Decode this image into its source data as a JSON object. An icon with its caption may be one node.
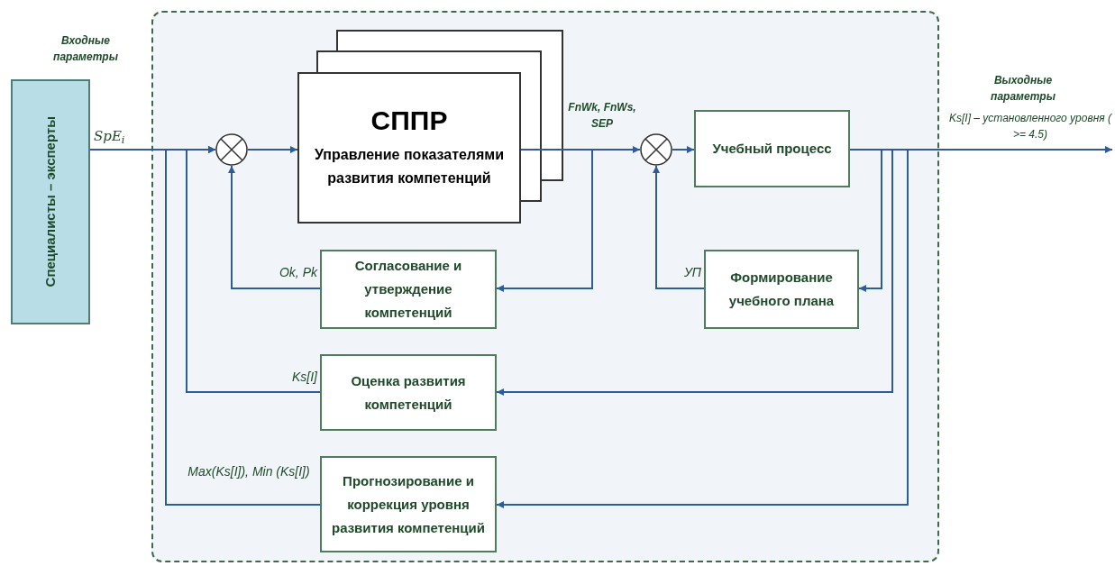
{
  "diagram": {
    "nodes": [
      {
        "text": [
          "Специалисты – эксперты"
        ]
      },
      {
        "text": [],
        "shape": "circle"
      },
      {
        "text": [
          "СППР",
          "Управление показателями развития компетенций"
        ]
      },
      {
        "text": [],
        "shape": "circle"
      },
      {
        "text": [
          "Учебный процесс"
        ]
      },
      {
        "text": [
          "Согласование и утверждение компетенций"
        ]
      },
      {
        "text": [
          "Формирование учебного плана"
        ]
      },
      {
        "text": [
          "Оценка развития компетенций"
        ]
      },
      {
        "text": [
          "Прогнозирование и коррекция уровня развития компетенций"
        ]
      }
    ],
    "edges": [
      {
        "from": 0,
        "to": 1,
        "arrow": "to",
        "label": "SpE$_{i}$"
      },
      {
        "from": 1,
        "to": 2,
        "arrow": "to"
      },
      {
        "from": 2,
        "to": 3,
        "arrow": "to",
        "label": "FnWk, FnWs, SEP"
      },
      {
        "from": 2,
        "to": 5,
        "arrow": "to"
      },
      {
        "from": 5,
        "to": 1,
        "arrow": "to",
        "label": "Ok, Pk"
      },
      {
        "from": 3,
        "to": 4,
        "arrow": "to"
      },
      {
        "from": 4,
        "to": 6,
        "arrow": "to"
      },
      {
        "from": 6,
        "to": 3,
        "arrow": "to",
        "label": "УП"
      },
      {
        "from": 4,
        "to": 7,
        "arrow": "to"
      },
      {
        "from": 7,
        "to": 1,
        "arrow": "to",
        "label": "Ks[I]"
      },
      {
        "from": 4,
        "to": 8,
        "arrow": "to"
      },
      {
        "from": 8,
        "to": 1,
        "arrow": "to",
        "label": "Max(Ks[I]), Min (Ks[I])"
      },
      {
        "from": 4,
        "to": null,
        "arrow": "to",
        "label": "Ks[I] – установленного уровня ( >= 4.5)"
      }
    ],
    "labels": [
      "Входные параметры",
      "Выходные параметры"
    ]
  }
}
